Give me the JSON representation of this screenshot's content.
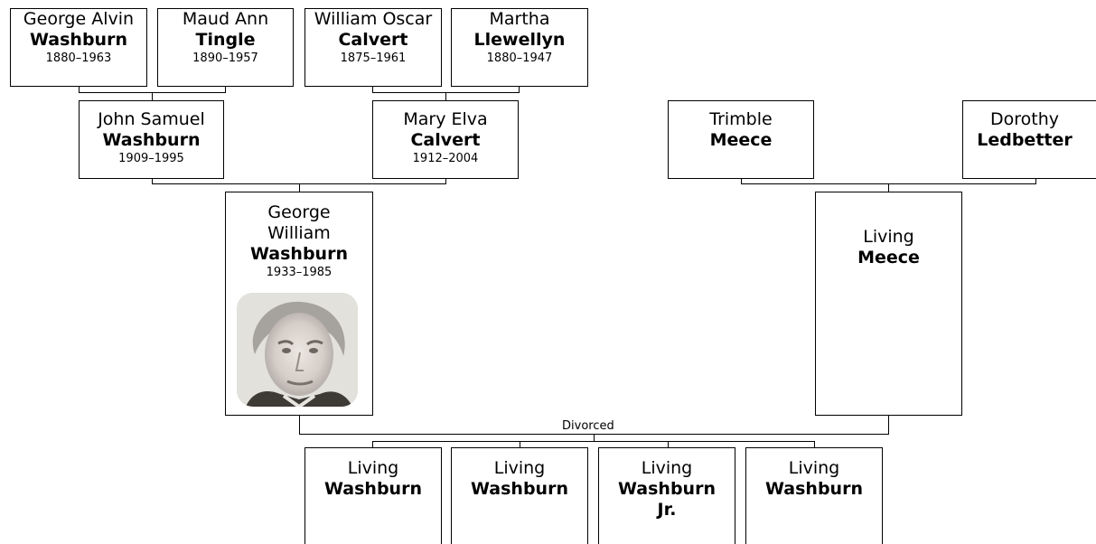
{
  "people": {
    "ggf1": {
      "given": "George Alvin",
      "surname": "Washburn",
      "years": "1880–1963"
    },
    "ggm1": {
      "given": "Maud Ann",
      "surname": "Tingle",
      "years": "1890–1957"
    },
    "ggf2": {
      "given": "William Oscar",
      "surname": "Calvert",
      "years": "1875–1961"
    },
    "ggm2": {
      "given": "Martha",
      "surname": "Llewellyn",
      "years": "1880–1947"
    },
    "gf1": {
      "given": "John Samuel",
      "surname": "Washburn",
      "years": "1909–1995"
    },
    "gm1": {
      "given": "Mary Elva",
      "surname": "Calvert",
      "years": "1912–2004"
    },
    "gf2": {
      "given": "Trimble",
      "surname": "Meece"
    },
    "gm2": {
      "given": "Dorothy",
      "surname": "Ledbetter"
    },
    "father": {
      "given_line1": "George",
      "given_line2": "William",
      "surname": "Washburn",
      "years": "1933–1985"
    },
    "mother": {
      "given": "Living",
      "surname": "Meece"
    },
    "children": [
      {
        "given": "Living",
        "surname": "Washburn"
      },
      {
        "given": "Living",
        "surname": "Washburn"
      },
      {
        "given": "Living",
        "surname_line1": "Washburn",
        "surname_line2": "Jr."
      },
      {
        "given": "Living",
        "surname": "Washburn"
      }
    ]
  },
  "relationship_label": "Divorced"
}
